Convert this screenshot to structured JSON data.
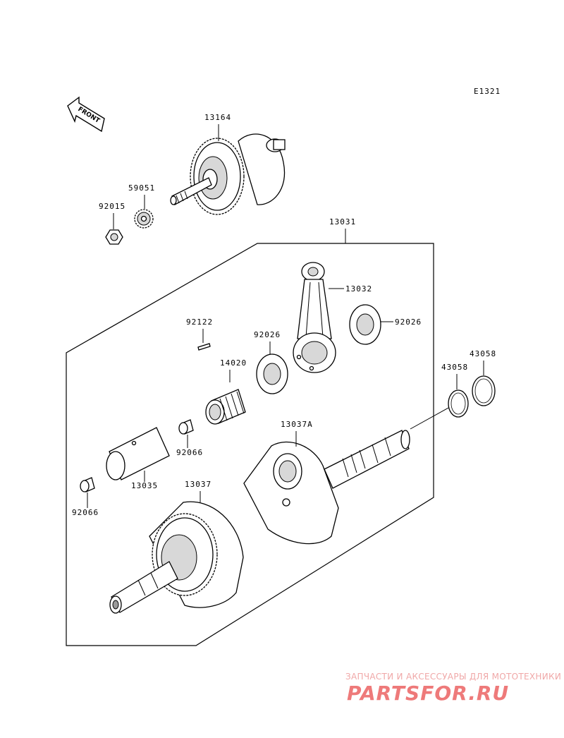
{
  "diagram_code": "E1321",
  "front_label": "FRONT",
  "labels": {
    "p13164": "13164",
    "p59051": "59051",
    "p92015": "92015",
    "p13031": "13031",
    "p13032": "13032",
    "p92026_right": "92026",
    "p92122": "92122",
    "p92026_left": "92026",
    "p14020": "14020",
    "p43058_upper": "43058",
    "p43058_lower": "43058",
    "p13037A": "13037A",
    "p92066_mid": "92066",
    "p13035": "13035",
    "p13037": "13037",
    "p92066_left": "92066"
  },
  "watermark": {
    "tagline": "ЗАПЧАСТИ И АКСЕССУАРЫ ДЛЯ МОТОТЕХНИКИ",
    "logo": "PARTSFOR.RU"
  }
}
